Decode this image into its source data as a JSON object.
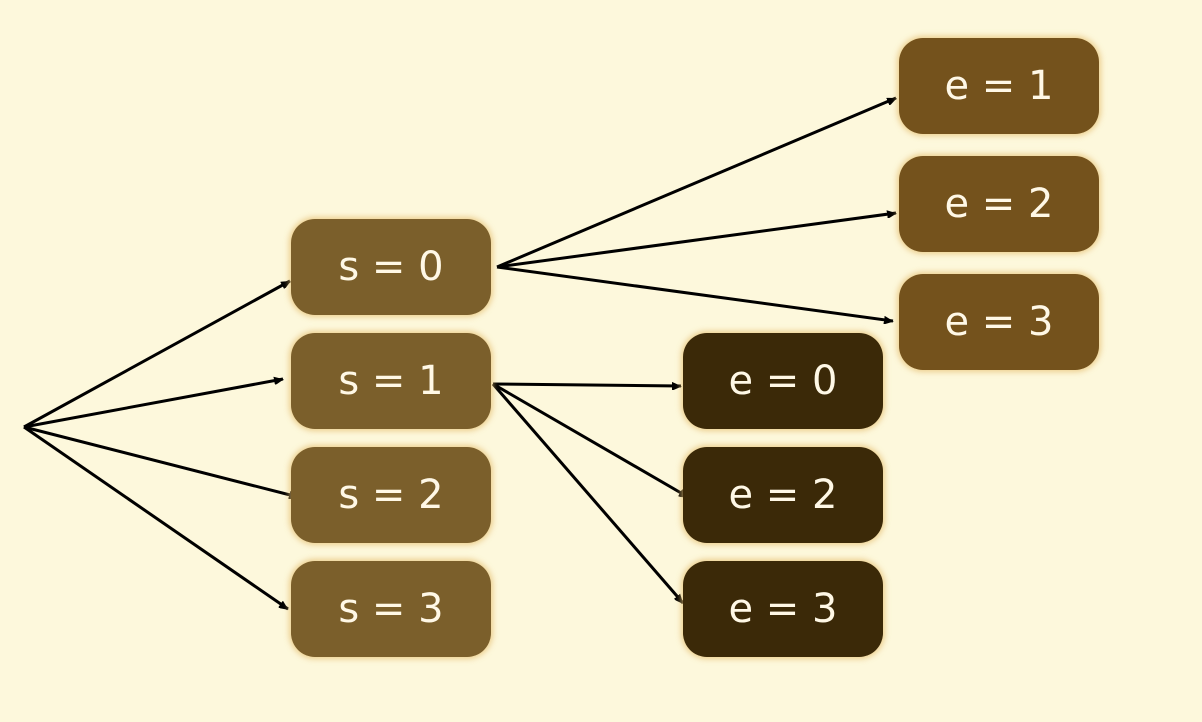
{
  "s_nodes": [
    "s = 0",
    "s = 1",
    "s = 2",
    "s = 3"
  ],
  "e_nodes_from_s1": [
    "e = 0",
    "e = 2",
    "e = 3"
  ],
  "e_nodes_from_s0": [
    "e = 1",
    "e = 2",
    "e = 3"
  ],
  "colors": {
    "background": "#fdf8dc",
    "s_node": "#7b5f2b",
    "e_node_dark": "#3b2908",
    "e_node": "#74521c",
    "arrow": "#000000"
  }
}
